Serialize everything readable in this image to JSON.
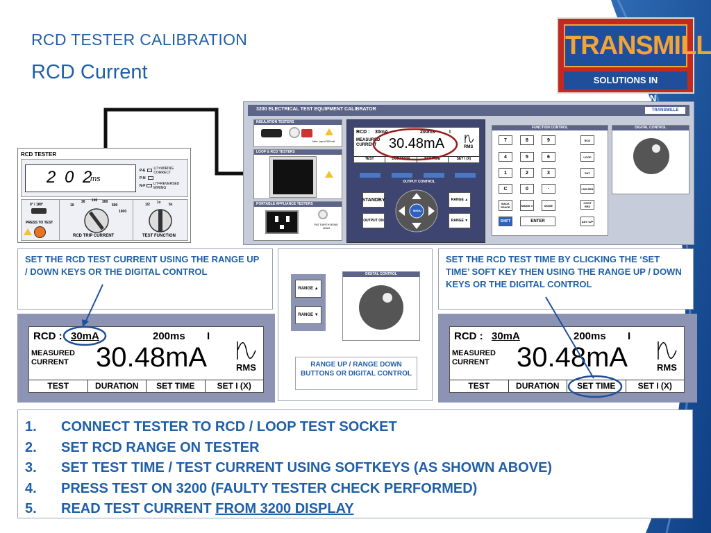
{
  "header": {
    "supertitle": "RCD TESTER CALIBRATION",
    "title": "RCD Current"
  },
  "logo": {
    "brand": "TRANSMILLE",
    "slogan": "SOLUTIONS IN CALIBRATION"
  },
  "rcd_tester": {
    "title": "RCD TESTER",
    "display_value": "2 0 2",
    "display_unit": "ms",
    "indicators": [
      {
        "label": "P-E",
        "text": "LIT=WIRING CORRECT"
      },
      {
        "label": "P-N",
        "text": ""
      },
      {
        "label": "N-F",
        "text": "LIT=REVERSED WIRING"
      }
    ],
    "phase_label": "0° / 180°",
    "press_to_test": "PRESS TO TEST",
    "trip_current_label": "RCD TRIP CURRENT",
    "test_function_label": "TEST FUNCTION",
    "trip_scale": [
      "10",
      "30",
      "100",
      "300",
      "500",
      "1000"
    ],
    "function_scale": [
      "1/2",
      "1x",
      "5x"
    ]
  },
  "calibrator": {
    "title": "3200 ELECTRICAL TEST EQUIPMENT CALIBRATOR",
    "mini_logo": "TRANSMILLE",
    "sections": {
      "insulation": "INSULATION TESTERS",
      "loop_rcd": "LOOP & RCD TESTERS",
      "portable": "PORTABLE APPLIANCE TESTERS",
      "output_control": "OUTPUT CONTROL",
      "function_control": "FUNCTION CONTROL",
      "digital_control": "DIGITAL CONTROL"
    },
    "max_input": "Max. Input 300mA",
    "pat_earth": "PAT EARTH BOND LEAD",
    "display": {
      "rcd_label": "RCD :",
      "range": "30mA",
      "time": "200ms",
      "phase": "I",
      "measured": "MEASURED CURRENT",
      "value": "30.48mA",
      "rms": "RMS",
      "softkeys": [
        "TEST",
        "DURATION",
        "SET TIME",
        "SET I (X)"
      ]
    },
    "buttons": {
      "standby": "STANDBY",
      "output_on": "OUTPUT ON",
      "menu": "MENU",
      "range_up": "RANGE ▲",
      "range_down": "RANGE ▼",
      "shift": "SHIFT",
      "enter": "ENTER",
      "back_space": "BACK SPACE",
      "mains_v": "MAINS V",
      "mode": "MODE"
    },
    "keypad": [
      "7",
      "8",
      "9",
      "4",
      "5",
      "6",
      "1",
      "2",
      "3",
      "C",
      "0",
      "·"
    ],
    "function_keys": [
      "RCD",
      "LOOP",
      "PAT",
      "I NS RES",
      "CONT RES",
      "ADV O/P"
    ]
  },
  "instructions": {
    "left": "SET THE RCD TEST CURRENT USING THE RANGE UP / DOWN KEYS OR THE DIGITAL CONTROL",
    "right": "SET THE RCD TEST TIME BY CLICKING THE ‘SET TIME’ SOFT KEY THEN USING THE RANGE UP / DOWN KEYS OR THE DIGITAL CONTROL",
    "middle_caption": "RANGE UP / RANGE DOWN BUTTONS OR DIGITAL CONTROL",
    "range_up": "RANGE ▲",
    "range_down": "RANGE ▼",
    "digital_control": "DIGITAL CONTROL"
  },
  "display_left": {
    "rcd_label": "RCD :",
    "range": "30mA",
    "time": "200ms",
    "phase": "I",
    "measured": "MEASURED CURRENT",
    "value": "30.48mA",
    "rms": "RMS",
    "softkeys": [
      "TEST",
      "DURATION",
      "SET TIME",
      "SET I (X)"
    ]
  },
  "display_right": {
    "rcd_label": "RCD :",
    "range": "30mA",
    "time": "200ms",
    "phase": "I",
    "measured": "MEASURED CURRENT",
    "value": "30.48mA",
    "rms": "RMS",
    "softkeys": [
      "TEST",
      "DURATION",
      "SET TIME",
      "SET I (X)"
    ]
  },
  "steps": [
    {
      "num": "1.",
      "text": "CONNECT TESTER TO RCD / LOOP TEST SOCKET",
      "emphasis": ""
    },
    {
      "num": "2.",
      "text": "SET RCD RANGE ON TESTER",
      "emphasis": ""
    },
    {
      "num": "3.",
      "text": "SET TEST TIME / TEST CURRENT USING SOFTKEYS (AS SHOWN ABOVE)",
      "emphasis": ""
    },
    {
      "num": "4.",
      "text": "PRESS TEST ON 3200 (FAULTY TESTER CHECK PERFORMED)",
      "emphasis": ""
    },
    {
      "num": "5.",
      "text": "READ TEST CURRENT ",
      "emphasis": "FROM 3200 DISPLAY"
    }
  ],
  "colors": {
    "title_blue": "#1f5fa8",
    "swoosh_blue": "#1a4f98",
    "lcd_frame": "#8c93b3",
    "highlight_red": "#9c1a1a",
    "highlight_blue": "#1f4f9a"
  }
}
